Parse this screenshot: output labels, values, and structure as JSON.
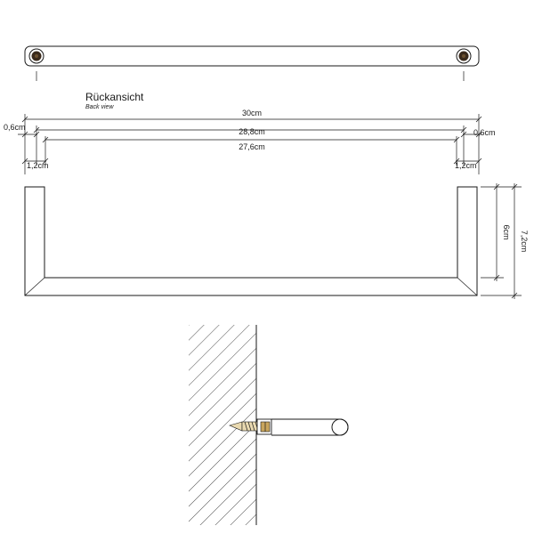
{
  "view": {
    "title": "Rückansicht",
    "subtitle": "Back view"
  },
  "dimensions": {
    "overall_width": "30cm",
    "center_width": "28,8cm",
    "inner_width": "27,6cm",
    "end_offset_left": "0,6cm",
    "end_offset_right": "0,6cm",
    "leg_width_left": "1,2cm",
    "leg_width_right": "1,2cm",
    "inner_height": "6cm",
    "overall_height": "7,2cm"
  },
  "colors": {
    "line": "#1a1a1a",
    "mount_dot": "#3a2a1c",
    "screw": "#c9a55c"
  }
}
